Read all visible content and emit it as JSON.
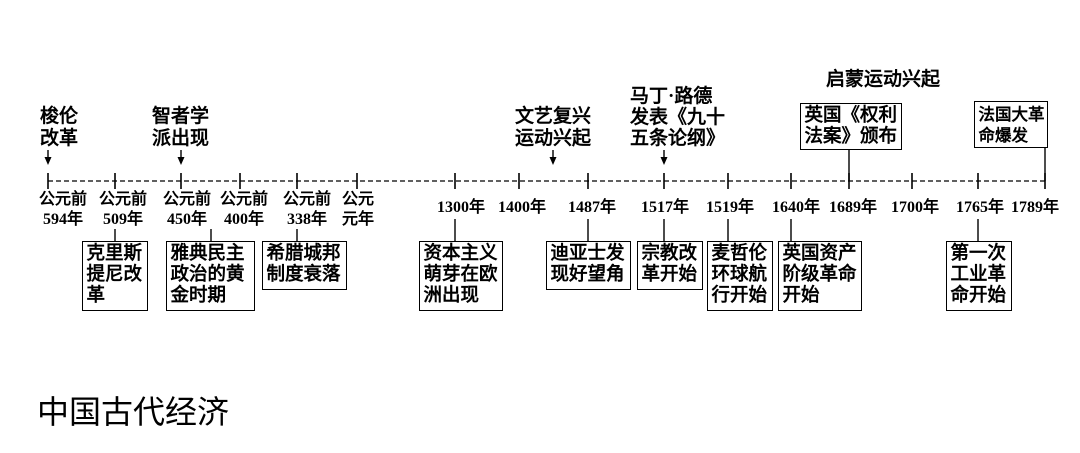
{
  "timeline": {
    "ticks": [
      {
        "label": "公元前\n594年"
      },
      {
        "label": "公元前\n509年"
      },
      {
        "label": "公元前\n450年"
      },
      {
        "label": "公元前\n400年"
      },
      {
        "label": "公元前\n338年"
      },
      {
        "label": "公元\n元年"
      },
      {
        "label": "1300年"
      },
      {
        "label": "1400年"
      },
      {
        "label": "1487年"
      },
      {
        "label": "1517年"
      },
      {
        "label": "1519年"
      },
      {
        "label": "1640年"
      },
      {
        "label": "1689年"
      },
      {
        "label": "1700年"
      },
      {
        "label": "1765年"
      },
      {
        "label": "1789年"
      }
    ],
    "marker_icon": "down-arrow-icon",
    "arrow_events": [
      "梭伦\n改革",
      "智者学\n派出现",
      "文艺复兴\n运动兴起",
      "马丁·路德\n发表《九十\n五条论纲》"
    ],
    "upper_label": "启蒙运动兴起",
    "upper_boxes": [
      "英国《权利\n法案》颁布",
      "法国大革\n命爆发"
    ],
    "lower_boxes": [
      "克里斯\n提尼改\n革",
      "雅典民主\n政治的黄\n金时期",
      "希腊城邦\n制度衰落",
      "资本主义\n萌芽在欧\n洲出现",
      "迪亚士发\n现好望角",
      "宗教改\n革开始",
      "麦哲伦\n环球航\n行开始",
      "英国资产\n阶级革命\n开始",
      "第一次\n工业革\n命开始"
    ]
  },
  "heading": "中国古代经济"
}
